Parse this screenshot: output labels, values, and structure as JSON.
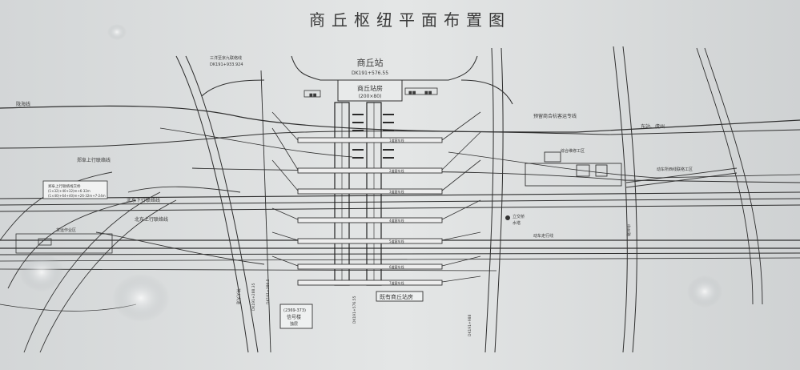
{
  "diagram": {
    "title": "商丘枢纽平面布置图",
    "station": {
      "name": "商丘站",
      "mileage": "DK191+576.55",
      "building": "商丘站房",
      "building_size": "(200×80)"
    },
    "labels": {
      "top_link": "三洋至京九联络线",
      "top_link_mileage": "DK191+933.924",
      "longhai": "陇海线",
      "jingjiu_up_link": "郑阜上行联络线",
      "beidong_down_link": "北东下行联络线",
      "beidong_up_link": "北东上行联络线",
      "reserved_link": "预留商合杭客运专线",
      "maintenance_area": "综合维修工区",
      "dongzhan": "东站、虞州",
      "wuhan_east": "动车所西线联络工区",
      "bottom_right_link": "动车走行线",
      "water_tower": "水塔",
      "lixinzhi": "立交桥",
      "old_station": "既有商丘站房",
      "signal_building": "信号楼",
      "signal_building_size": "(2369-373)",
      "signal_building_floors": "独层",
      "dk_left": "DK191+288.35",
      "dk_mid1": "DK191+386.5",
      "dk_mid2": "DK191+576.55",
      "dk_right": "DK191+988",
      "info_box_line1": "郑阜上行联络线交桥",
      "info_box_line2": "(1×32)+40+32)m+6-32m",
      "info_box_line3": "(1×40)+64+40)m+26-32m+7-24m",
      "yard_left": "货运作业区",
      "middle_road": "中州路",
      "left_road": "神火大道"
    },
    "track_codes": [
      "1道客车线",
      "2道客车线",
      "3道客车线",
      "4道客车线",
      "5道客车线",
      "6道客车线",
      "7道客车线"
    ],
    "store_codes": [
      "■■",
      "■■",
      "■■",
      "■■"
    ]
  }
}
